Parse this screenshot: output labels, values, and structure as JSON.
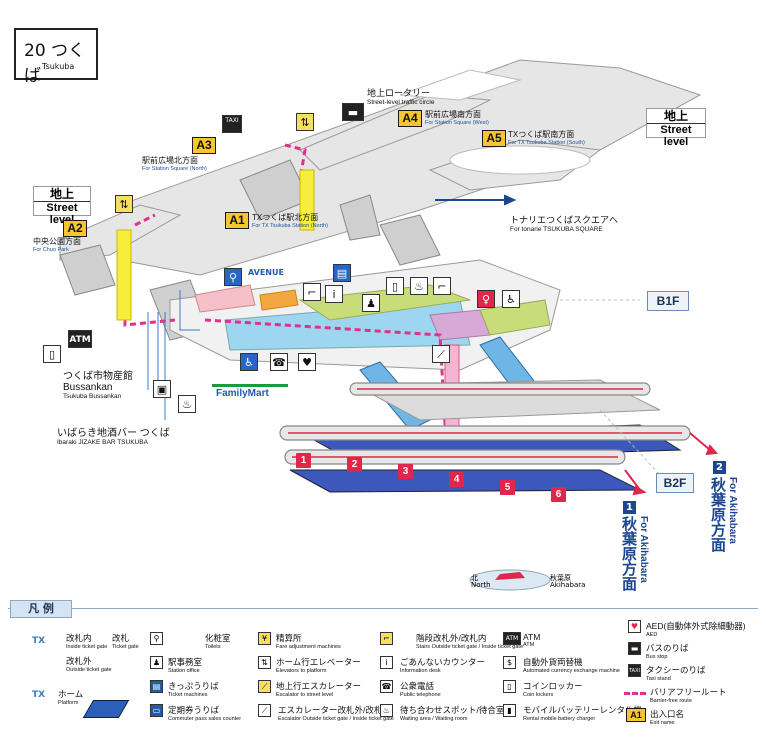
{
  "station": {
    "number_name": "20 つくば",
    "name_en": "Tsukuba"
  },
  "levels": {
    "street_left": {
      "jp": "地上",
      "en": "Street level"
    },
    "street_right": {
      "jp": "地上",
      "en": "Street level"
    },
    "b1f": "B1F",
    "b2f": "B2F"
  },
  "exits": [
    {
      "id": "A1",
      "jp": "TXつくば駅北方面",
      "en": "For TX Tsukuba Station (North)"
    },
    {
      "id": "A2",
      "jp": "中央公園方面",
      "en": "For Chuo Park"
    },
    {
      "id": "A3",
      "jp": "駅前広場北方面",
      "en": "For Station Square (North)"
    },
    {
      "id": "A4",
      "jp": "駅前広場南方面",
      "en": "For Station Square (West)"
    },
    {
      "id": "A5",
      "jp": "TXつくば駅南方面",
      "en": "For TX Tsukuba Station (South)"
    }
  ],
  "landmarks": {
    "rotary": {
      "jp": "地上ロータリー",
      "en": "Street-level traffic circle"
    },
    "tonarie": {
      "jp": "トナリエつくばスクエアへ",
      "en": "For tonarie TSUKUBA SQUARE"
    },
    "bussankan": {
      "jp": "つくば市物産館",
      "jp2": "Bussankan",
      "en": "Tsukuba Bussankan"
    },
    "jizake": {
      "jp": "いばらき地酒バー つくば",
      "en": "Ibaraki JIZAKE BAR TSUKUBA"
    },
    "familymart": "FamilyMart",
    "avenue": "AVENUE",
    "atm": "ATM",
    "taxi": "TAXI"
  },
  "platforms": [
    "1",
    "2",
    "3",
    "4",
    "5",
    "6"
  ],
  "directions": [
    {
      "num": "1",
      "text": "秋葉原方面",
      "en": "For Akihabara"
    },
    {
      "num": "2",
      "text": "秋葉原方面",
      "en": "For Akihabara"
    }
  ],
  "compass": {
    "north_jp": "北",
    "north_en": "North",
    "target_jp": "秋葉原",
    "target_en": "Akihabara"
  },
  "legend": {
    "title": "凡 例",
    "items": [
      {
        "jp": "改札内",
        "en": "Inside ticket gate"
      },
      {
        "jp": "改札外",
        "en": "Outside ticket gate"
      },
      {
        "jp": "改札",
        "en": "Ticket gate"
      },
      {
        "jp": "ホーム",
        "en": "Platform"
      },
      {
        "jp": "化粧室",
        "en": "Toilets"
      },
      {
        "jp": "駅事務室",
        "en": "Station office"
      },
      {
        "jp": "きっぷうりば",
        "en": "Ticket machines"
      },
      {
        "jp": "定期券うりば",
        "en": "Commuter pass sales counter"
      },
      {
        "jp": "精算所",
        "en": "Fare adjustment machines"
      },
      {
        "jp": "ホーム行エレベーター",
        "en": "Elevators to platform"
      },
      {
        "jp": "地上行エスカレーター",
        "en": "Escalator to street level"
      },
      {
        "jp": "エスカレーター改札外/改札内",
        "en": "Escalator Outside ticket gate / Inside ticket gate"
      },
      {
        "jp": "階段改札外/改札内",
        "en": "Stairs Outside ticket gate / Inside ticket gate"
      },
      {
        "jp": "ごあんないカウンター",
        "en": "Information desk"
      },
      {
        "jp": "公衆電話",
        "en": "Public telephone"
      },
      {
        "jp": "待ち合わせスポット/待合室",
        "en": "Waiting area / Waiting room"
      },
      {
        "jp": "ATM",
        "en": "ATM"
      },
      {
        "jp": "自動外貨両替機",
        "en": "Automated currency exchange machine"
      },
      {
        "jp": "コインロッカー",
        "en": "Coin lockers"
      },
      {
        "jp": "モバイルバッテリーレンタル機",
        "en": "Rental mobile battery charger"
      },
      {
        "jp": "AED(自動体外式除細動器)",
        "en": "AED"
      },
      {
        "jp": "バスのりば",
        "en": "Bus stop"
      },
      {
        "jp": "タクシーのりば",
        "en": "Taxi stand"
      },
      {
        "jp": "バリアフリールート",
        "en": "Barrier-free route"
      },
      {
        "jp": "出入口名",
        "en": "Exit name"
      }
    ]
  },
  "colors": {
    "exit": "#f7c530",
    "platform_num": "#e2264b",
    "direction": "#1d4690",
    "barrier_free": "#e0328c",
    "familymart": "#1d9a3c"
  }
}
